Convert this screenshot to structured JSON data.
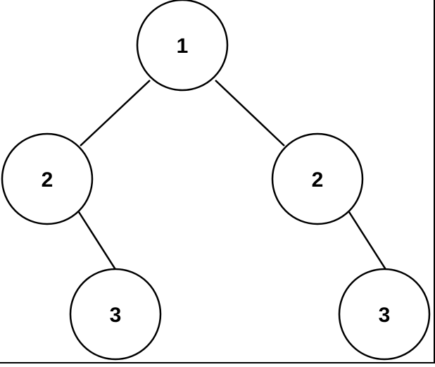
{
  "diagram": {
    "type": "binary-tree",
    "nodes": [
      {
        "id": "n1",
        "label": "1"
      },
      {
        "id": "n2",
        "label": "2"
      },
      {
        "id": "n3",
        "label": "2"
      },
      {
        "id": "n4",
        "label": "3"
      },
      {
        "id": "n5",
        "label": "3"
      }
    ],
    "edges": [
      {
        "from": "n1",
        "to": "n2"
      },
      {
        "from": "n1",
        "to": "n3"
      },
      {
        "from": "n2",
        "to": "n4"
      },
      {
        "from": "n3",
        "to": "n5"
      }
    ],
    "colors": {
      "stroke": "#000000",
      "fill": "#ffffff",
      "text": "#000000"
    }
  }
}
